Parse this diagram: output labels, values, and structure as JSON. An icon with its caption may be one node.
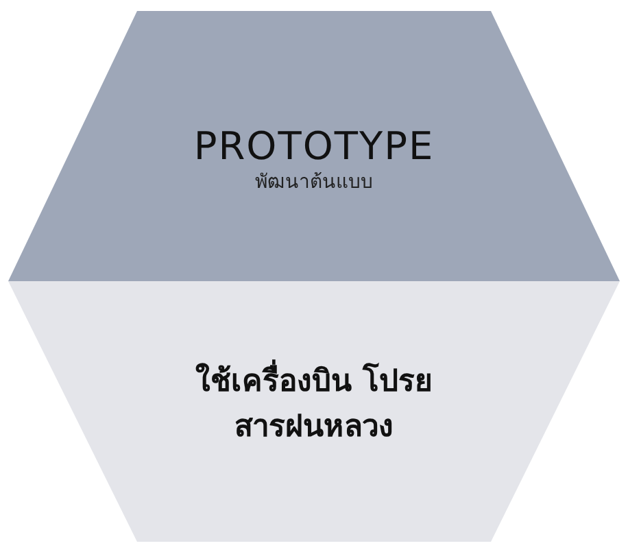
{
  "diagram": {
    "nodes": [
      {
        "text": [
          "PROTOTYPE",
          "พัฒนาต้นแบบ"
        ]
      },
      {
        "text": [
          "ใช้เครื่องบิน โปรยสารฝนหลวง"
        ]
      }
    ]
  }
}
